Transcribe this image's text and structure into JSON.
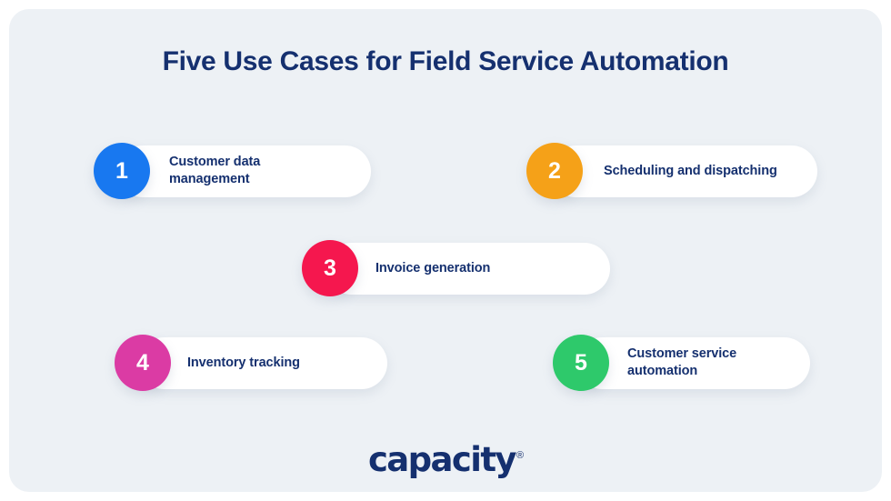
{
  "title": "Five Use Cases for Field Service Automation",
  "background": {
    "page": "#ffffff",
    "panel": "#edf1f5",
    "pill": "#ffffff",
    "text_navy": "#15306f"
  },
  "cards": [
    {
      "number": "1",
      "label": "Customer data\nmanagement",
      "color": "#1878f0",
      "color_name": "blue"
    },
    {
      "number": "2",
      "label": "Scheduling and dispatching",
      "color": "#f5a118",
      "color_name": "orange"
    },
    {
      "number": "3",
      "label": "Invoice generation",
      "color": "#f5174e",
      "color_name": "red"
    },
    {
      "number": "4",
      "label": "Inventory tracking",
      "color": "#db3ba4",
      "color_name": "magenta"
    },
    {
      "number": "5",
      "label": "Customer service\nautomation",
      "color": "#2ec96b",
      "color_name": "green"
    }
  ],
  "logo": {
    "wordmark": "capacity",
    "trademark": "®"
  }
}
